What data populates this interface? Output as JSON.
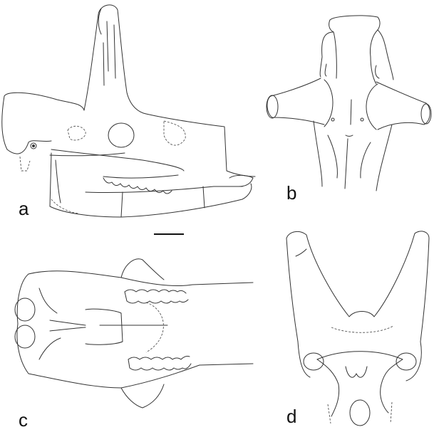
{
  "figure": {
    "panels": [
      {
        "id": "a",
        "label": "a",
        "view": "lateral view of skull with mandible"
      },
      {
        "id": "b",
        "label": "b",
        "view": "occipital/ventral detail view"
      },
      {
        "id": "c",
        "label": "c",
        "view": "ventral view of skull"
      },
      {
        "id": "d",
        "label": "d",
        "view": "posterior view of skull"
      }
    ],
    "scale_bar": {
      "present": true
    }
  },
  "colors": {
    "line": "#333333",
    "background": "#ffffff",
    "label": "#111111"
  }
}
